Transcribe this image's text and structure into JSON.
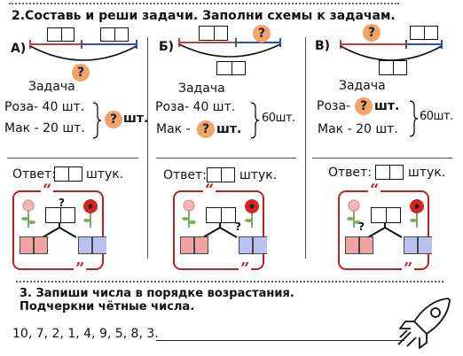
{
  "task2": {
    "title": "2.Составь и реши задачи. Заполни схемы к задачам.",
    "col_a": {
      "letter": "А)",
      "qmark": "?",
      "task": "Задача",
      "line1": "Роза- 40 шт.",
      "line2": "Мак - 20 шт.",
      "q_unit": "шт.",
      "answer_pre": "Ответ:",
      "answer_post": "штук."
    },
    "col_b": {
      "letter": "Б)",
      "qmark": "?",
      "task": "Задача",
      "line1": "Роза- 40 шт.",
      "line2_pre": "Мак -",
      "line2_unit": "шт.",
      "total": "60шт.",
      "answer_pre": "Ответ:",
      "answer_post": "штук."
    },
    "col_c": {
      "letter": "В)",
      "qmark": "?",
      "task": "Задача",
      "line1_pre": "Роза-",
      "line1_unit": "шт.",
      "line2": "Мак - 20 шт.",
      "total": "60шт.",
      "answer_pre": "Ответ:",
      "answer_post": "штук."
    }
  },
  "quote_open": "“",
  "quote_close": "”",
  "card_qmark": "?",
  "task3": {
    "title_line1": "3. Запиши числа в порядке возрастания.",
    "title_line2": "Подчеркни чётные числа.",
    "numbers": "10, 7, 2, 1, 4, 9, 5, 8, 3."
  },
  "colors": {
    "accent_red": "#c31f1f",
    "qmark_orange": "#f0a46a",
    "cell_red": "#f3a3a3",
    "cell_blue": "#b9c3ef",
    "segment_red": "#d23a3a",
    "segment_blue": "#2a4bd7"
  }
}
